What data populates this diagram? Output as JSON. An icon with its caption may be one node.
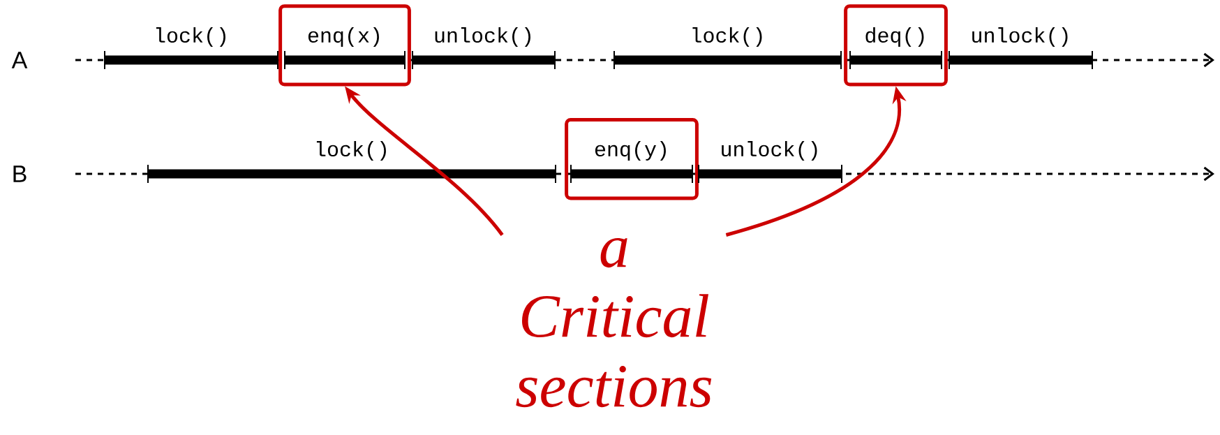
{
  "diagram": {
    "nodes": [
      {
        "text": [
          "lock()"
        ]
      },
      {
        "text": [],
        "shape": "box"
      },
      {
        "text": [
          "enq(x)"
        ],
        "in": 1
      },
      {
        "text": [
          "unlock()"
        ]
      },
      {
        "text": [
          "lock()"
        ]
      },
      {
        "text": [],
        "shape": "box"
      },
      {
        "text": [
          "deq()"
        ],
        "in": 5
      },
      {
        "text": [
          "unlock()"
        ]
      },
      {
        "text": [
          "lock()"
        ]
      },
      {
        "text": [],
        "shape": "box"
      },
      {
        "text": [
          "enq(y)"
        ],
        "in": 9
      },
      {
        "text": [
          "unlock()"
        ]
      },
      {
        "text": [
          "a Critical sections"
        ]
      }
    ],
    "edges": [
      {
        "from": 12,
        "to": 1,
        "arrow": "to"
      },
      {
        "from": 12,
        "to": 5,
        "arrow": "to"
      }
    ],
    "labels": [
      "A",
      "B"
    ]
  }
}
